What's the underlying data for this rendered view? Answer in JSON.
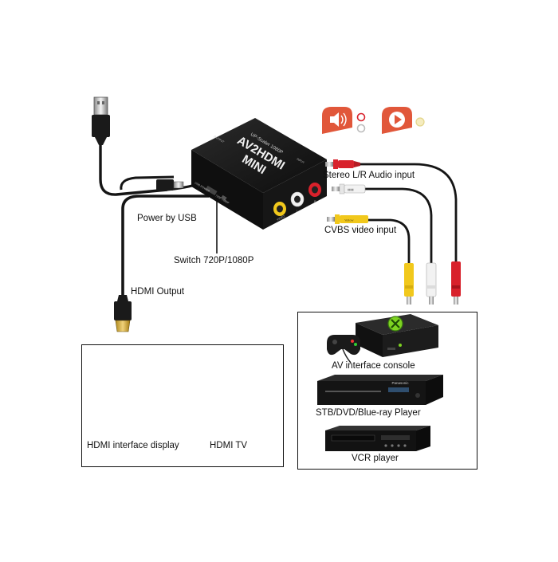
{
  "device": {
    "brand": "AV2HDMI",
    "model": "MINI",
    "feature": "UP-Scaler 1080P",
    "port_output": "OUTPUT",
    "port_usb": "USB POWER",
    "port_switch": "720P 1080P",
    "port_l": "L",
    "port_r": "R",
    "port_video": "VIDEO",
    "port_input": "INPUT",
    "plug_label": "Yellow"
  },
  "labels": {
    "stereo_audio": "Stereo L/R Audio input",
    "cvbs_video": "CVBS video input",
    "power_usb": "Power by USB",
    "switch_resolution": "Switch 720P/1080P",
    "hdmi_output": "HDMI Output"
  },
  "outputs": [
    {
      "label": "HDMI interface display"
    },
    {
      "label": "HDMI TV"
    }
  ],
  "sources": [
    {
      "label": "AV interface console"
    },
    {
      "label": "STB/DVD/Blue-ray Player",
      "brand": "Panasonic"
    },
    {
      "label": "VCR player"
    }
  ],
  "colors": {
    "red": "#d8212b",
    "white": "#f2f2f2",
    "yellow": "#f1c81c",
    "device": "#1a1a1a",
    "audio_icon": "#e1573a",
    "video_icon": "#e1573a",
    "xbox_green": "#7ed321"
  }
}
